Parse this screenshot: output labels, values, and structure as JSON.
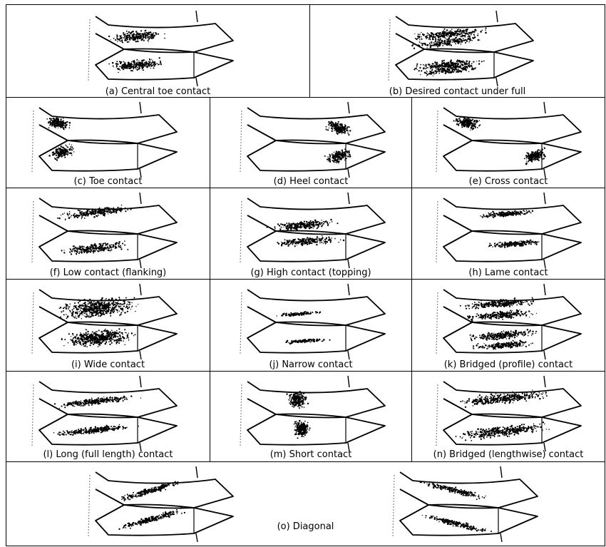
{
  "figure": {
    "panels": [
      {
        "id": "a",
        "caption": "(a)  Central toe contact",
        "pattern": "central"
      },
      {
        "id": "b",
        "caption": "(b)  Desired contact under full",
        "pattern": "desired"
      },
      {
        "id": "c",
        "caption": "(c)  Toe contact",
        "pattern": "toe"
      },
      {
        "id": "d",
        "caption": "(d)  Heel contact",
        "pattern": "heel"
      },
      {
        "id": "e",
        "caption": "(e)  Cross contact",
        "pattern": "cross"
      },
      {
        "id": "f",
        "caption": "(f)  Low contact (flanking)",
        "pattern": "low"
      },
      {
        "id": "g",
        "caption": "(g)  High contact (topping)",
        "pattern": "high"
      },
      {
        "id": "h",
        "caption": "(h)  Lame contact",
        "pattern": "lame"
      },
      {
        "id": "i",
        "caption": "(i)  Wide contact",
        "pattern": "wide"
      },
      {
        "id": "j",
        "caption": "(j)  Narrow contact",
        "pattern": "narrow"
      },
      {
        "id": "k",
        "caption": "(k)  Bridged (profile) contact",
        "pattern": "bridged-profile"
      },
      {
        "id": "l",
        "caption": "(l)  Long (full length) contact",
        "pattern": "long"
      },
      {
        "id": "m",
        "caption": "(m)  Short contact",
        "pattern": "short"
      },
      {
        "id": "n",
        "caption": "(n)  Bridged (lengthwise) contact",
        "pattern": "bridged-lengthwise"
      },
      {
        "id": "o",
        "caption": "(o)  Diagonal",
        "pattern": "diagonal"
      }
    ],
    "colors": {
      "line": "#000000",
      "dots": "#000000",
      "background": "#ffffff"
    }
  }
}
